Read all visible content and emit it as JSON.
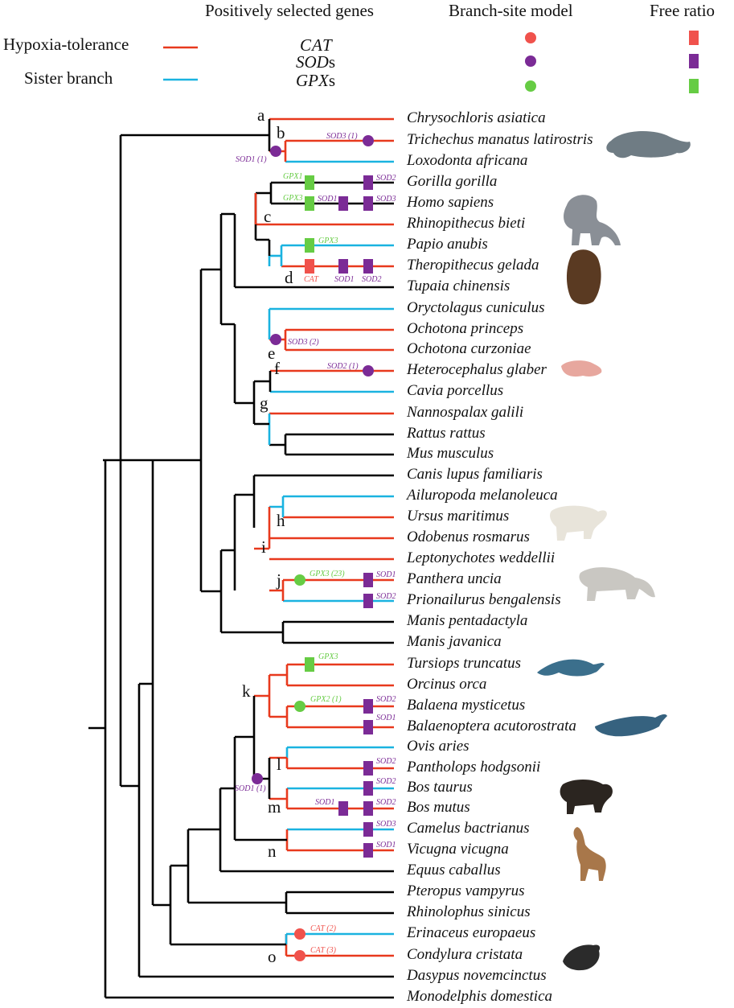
{
  "header": {
    "genes": "Positively selected genes",
    "branch_site": "Branch-site model",
    "free_ratio": "Free ratio"
  },
  "legend": {
    "hypoxia": "Hypoxia-tolerance",
    "sister": "Sister branch",
    "hypoxia_color": "#e8391d",
    "sister_color": "#1ab3e0",
    "ancestral_color": "#000000"
  },
  "gene_legend": [
    {
      "prefix": "CAT",
      "suffix": "",
      "color": "#f0524c"
    },
    {
      "prefix": "SOD",
      "suffix": "s",
      "color": "#7b2b96"
    },
    {
      "prefix": "GPX",
      "suffix": "s",
      "color": "#66cc44"
    }
  ],
  "taxa": [
    "Chrysochloris asiatica",
    "Trichechus manatus latirostris",
    "Loxodonta africana",
    "Gorilla gorilla",
    "Homo sapiens",
    "Rhinopithecus bieti",
    "Papio anubis",
    "Theropithecus gelada",
    "Tupaia chinensis",
    "Oryctolagus cuniculus",
    "Ochotona princeps",
    "Ochotona curzoniae",
    "Heterocephalus glaber",
    "Cavia porcellus",
    "Nannospalax galili",
    "Rattus rattus",
    "Mus musculus",
    "Canis lupus familiaris",
    "Ailuropoda melanoleuca",
    "Ursus maritimus",
    "Odobenus rosmarus",
    "Leptonychotes weddellii",
    "Panthera uncia",
    "Prionailurus bengalensis",
    "Manis pentadactyla",
    "Manis javanica",
    "Tursiops truncatus",
    "Orcinus orca",
    "Balaena mysticetus",
    "Balaenoptera acutorostrata",
    "Ovis aries",
    "Pantholops hodgsonii",
    "Bos taurus",
    "Bos mutus",
    "Camelus bactrianus",
    "Vicugna vicugna",
    "Equus caballus",
    "Pteropus vampyrus",
    "Rhinolophus sinicus",
    "Erinaceus europaeus",
    "Condylura cristata",
    "Dasypus novemcinctus",
    "Monodelphis domestica"
  ],
  "node_letters": [
    "a",
    "b",
    "c",
    "d",
    "e",
    "f",
    "g",
    "h",
    "i",
    "j",
    "k",
    "l",
    "m",
    "n",
    "o"
  ],
  "branch_site_labels": {
    "b_sod1": "SOD1 (1)",
    "trichechus_sod3": "SOD3 (1)",
    "e_sod3": "SOD3 (2)",
    "heterocephalus_sod2": "SOD2 (1)",
    "panthera_gpx3": "GPX3 (23)",
    "balaena_gpx2": "GPX2 (1)",
    "bovid_sod1": "SOD1 (1)",
    "erinaceus_cat": "CAT (2)",
    "condylura_cat": "CAT (3)"
  },
  "free_ratio_labels": {
    "gorilla_gpx1": "GPX1",
    "gorilla_sod2": "SOD2",
    "homo_gpx3": "GPX3",
    "homo_sod1": "SOD1",
    "homo_sod3": "SOD3",
    "papio_gpx3": "GPX3",
    "gelada_cat": "CAT",
    "gelada_sod1": "SOD1",
    "gelada_sod2": "SOD2",
    "panthera_sod1": "SOD1",
    "prionailurus_sod2": "SOD2",
    "tursiops_gpx3": "GPX3",
    "balaena_sod2": "SOD2",
    "balaenoptera_sod1": "SOD1",
    "pantholops_sod2": "SOD2",
    "bos_taurus_sod2": "SOD2",
    "bos_mutus_sod1": "SOD1",
    "bos_mutus_sod2": "SOD2",
    "camelus_sod3": "SOD3",
    "vicugna_sod1": "SOD1"
  },
  "animal_icons": [
    "manatee-icon",
    "monkey-icon",
    "gelada-icon",
    "naked-mole-rat-icon",
    "polar-bear-icon",
    "snow-leopard-icon",
    "dolphin-icon",
    "whale-icon",
    "yak-icon",
    "vicuna-icon",
    "mole-icon"
  ]
}
